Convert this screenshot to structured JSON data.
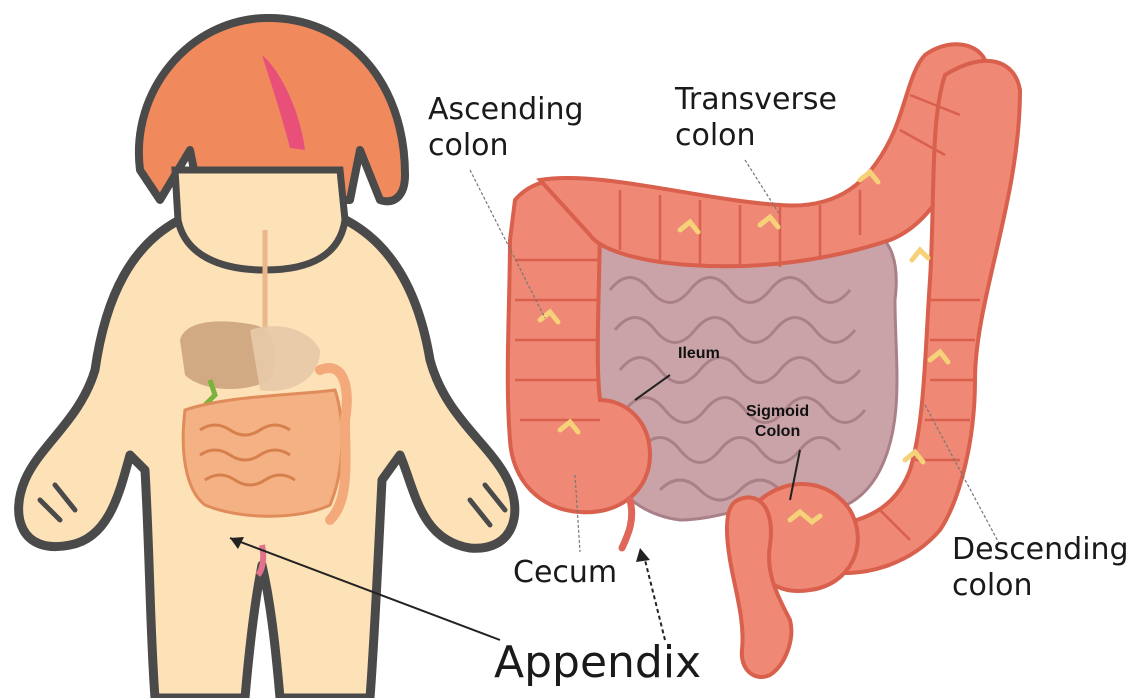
{
  "labels": {
    "ascending_colon": [
      "Ascending",
      "colon"
    ],
    "transverse_colon": [
      "Transverse",
      "colon"
    ],
    "ileum": "Ileum",
    "sigmoid_colon": [
      "Sigmoid",
      "Colon"
    ],
    "cecum": "Cecum",
    "descending_colon": [
      "Descending",
      "colon"
    ],
    "appendix": "Appendix"
  },
  "colors": {
    "hair": "#f08a5d",
    "hair_streak": "#e8507a",
    "skin": "#fde2b8",
    "outline": "#4a4a4a",
    "colon": "#ef8874",
    "colon_dark": "#d8604c",
    "small_intestine": "#c9a3a8",
    "mini_organs": "#f3b184"
  }
}
